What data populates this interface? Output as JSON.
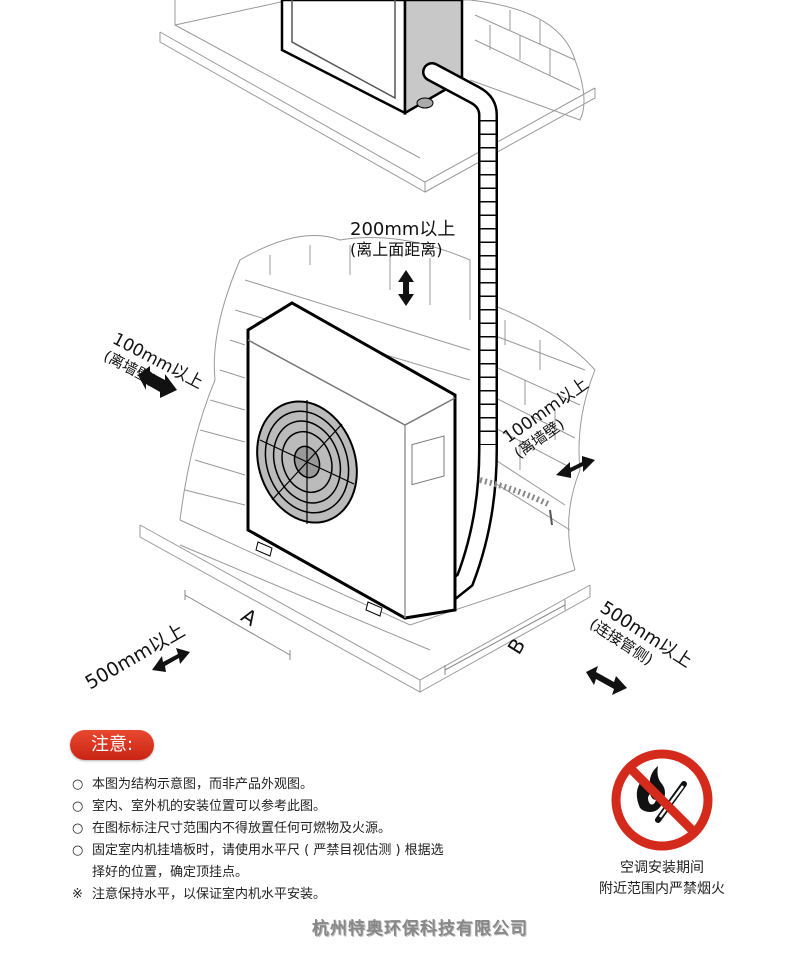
{
  "diagram": {
    "title": "空调室外机安装示意图",
    "labels": {
      "top_clearance": {
        "line1": "200mm以上",
        "line2": "(离上面距离)"
      },
      "left_clearance": {
        "line1": "100mm以上",
        "line2": "(离墙壁)"
      },
      "right_clearance": {
        "line1": "100mm以上",
        "line2": "(离墙壁)"
      },
      "front_clearance": {
        "line1": "500mm以上"
      },
      "rear_clearance": {
        "line1": "500mm以上",
        "line2": "(连接管侧)"
      },
      "dimension_a": "A",
      "dimension_b": "B"
    }
  },
  "notice": {
    "badge": "注意:",
    "badge_color": "#d9321e",
    "items": [
      {
        "bullet": "○",
        "text": "本图为结构示意图，而非产品外观图。"
      },
      {
        "bullet": "○",
        "text": "室内、室外机的安装位置可以参考此图。"
      },
      {
        "bullet": "○",
        "text": "在图标标注尺寸范围内不得放置任何可燃物及火源。"
      },
      {
        "bullet": "○",
        "text": "固定室内机挂墙板时，请使用水平尺 ( 严禁目视估测 ) 根据选",
        "cont": "择好的位置，确定顶挂点。"
      },
      {
        "bullet": "※",
        "text": "注意保持水平，以保证室内机水平安装。"
      }
    ]
  },
  "warning_sign": {
    "icon": "no-fire-icon",
    "ring_color": "#d42a1c",
    "caption_line1": "空调安装期间",
    "caption_line2": "附近范围内严禁烟火"
  },
  "footer": {
    "company": "杭州特奥环保科技有限公司"
  }
}
